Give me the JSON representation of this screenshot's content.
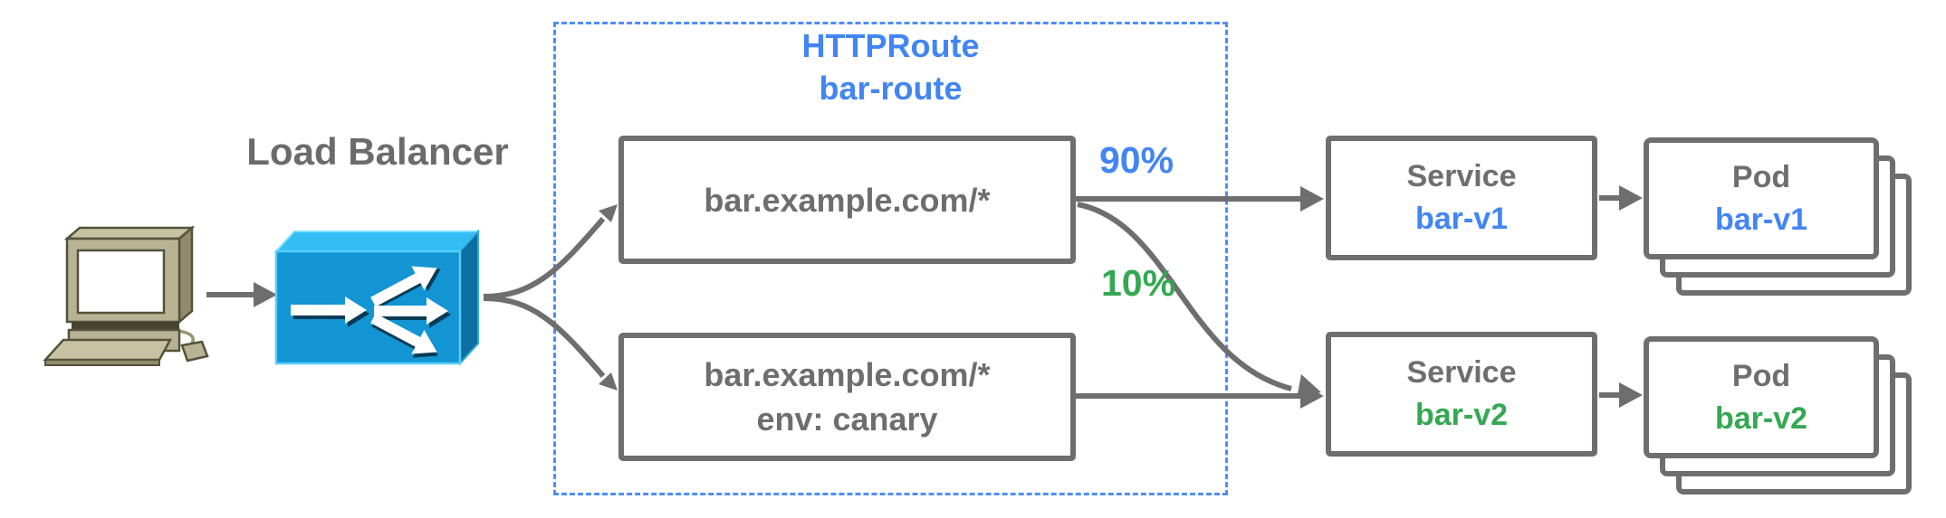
{
  "colors": {
    "blue": "#4285f4",
    "green": "#34a853",
    "gray": "#6e6e6e",
    "dash": "#4f8df7",
    "lb_front": "#1395d3",
    "lb_top": "#33bdf5",
    "lb_side": "#0c6f9f"
  },
  "client": {
    "icon": "desktop-computer-icon"
  },
  "load_balancer": {
    "label": "Load Balancer",
    "icon": "load-balancer-icon"
  },
  "httproute": {
    "title_line1": "HTTPRoute",
    "title_line2": "bar-route",
    "rules": [
      {
        "host": "bar.example.com/*",
        "weight": "90%"
      },
      {
        "host": "bar.example.com/*",
        "header_match": "env: canary",
        "weight": "10%"
      }
    ]
  },
  "services": [
    {
      "kind": "Service",
      "name": "bar-v1"
    },
    {
      "kind": "Service",
      "name": "bar-v2"
    }
  ],
  "pods": [
    {
      "kind": "Pod",
      "name": "bar-v1"
    },
    {
      "kind": "Pod",
      "name": "bar-v2"
    }
  ]
}
